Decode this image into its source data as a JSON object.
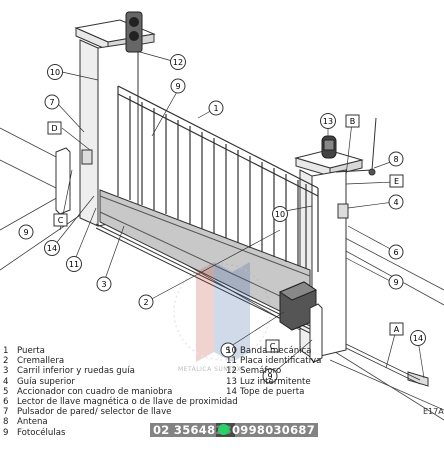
{
  "legend_left": [
    {
      "num": "1",
      "text": "Puerta"
    },
    {
      "num": "2",
      "text": "Cremallera"
    },
    {
      "num": "3",
      "text": "Carril inferior y ruedas guía"
    },
    {
      "num": "4",
      "text": "Guía superior"
    },
    {
      "num": "5",
      "text": "Accionador con cuadro de maniobra"
    },
    {
      "num": "6",
      "text": "Lector de llave magnética o de llave de proximidad"
    },
    {
      "num": "7",
      "text": "Pulsador de pared/ selector de llave"
    },
    {
      "num": "8",
      "text": "Antena"
    },
    {
      "num": "9",
      "text": "Fotocélulas"
    }
  ],
  "legend_right": [
    {
      "num": "10",
      "text": "Banda mecánica"
    },
    {
      "num": "11",
      "text": "Placa identificativa"
    },
    {
      "num": "12",
      "text": "Semáforo"
    },
    {
      "num": "13",
      "text": "Luz intermitente"
    },
    {
      "num": "14",
      "text": "Tope de puerta"
    }
  ],
  "callouts": {
    "c1": "1",
    "c2": "2",
    "c3": "3",
    "c4": "4",
    "c5": "5",
    "c6": "6",
    "c7": "7",
    "c8": "8",
    "c9a": "9",
    "c9b": "9",
    "c9c": "9",
    "c9d": "9",
    "c10a": "10",
    "c10b": "10",
    "c11": "11",
    "c12": "12",
    "c13": "13",
    "c14a": "14",
    "c14b": "14"
  },
  "letter_labels": {
    "A": "A",
    "B": "B",
    "C1": "C",
    "C2": "C",
    "D": "D",
    "E": "E"
  },
  "figure_code": "E17A",
  "contact": {
    "phone_1": "02 3564823",
    "phone_2": "0998030687"
  },
  "watermark": {
    "text": "METÁLICA SUNTAXI"
  },
  "colors": {
    "line": "#333333",
    "panel_fill": "#c8c8c8",
    "motor_fill": "#555555",
    "whatsapp": "#25d366"
  }
}
